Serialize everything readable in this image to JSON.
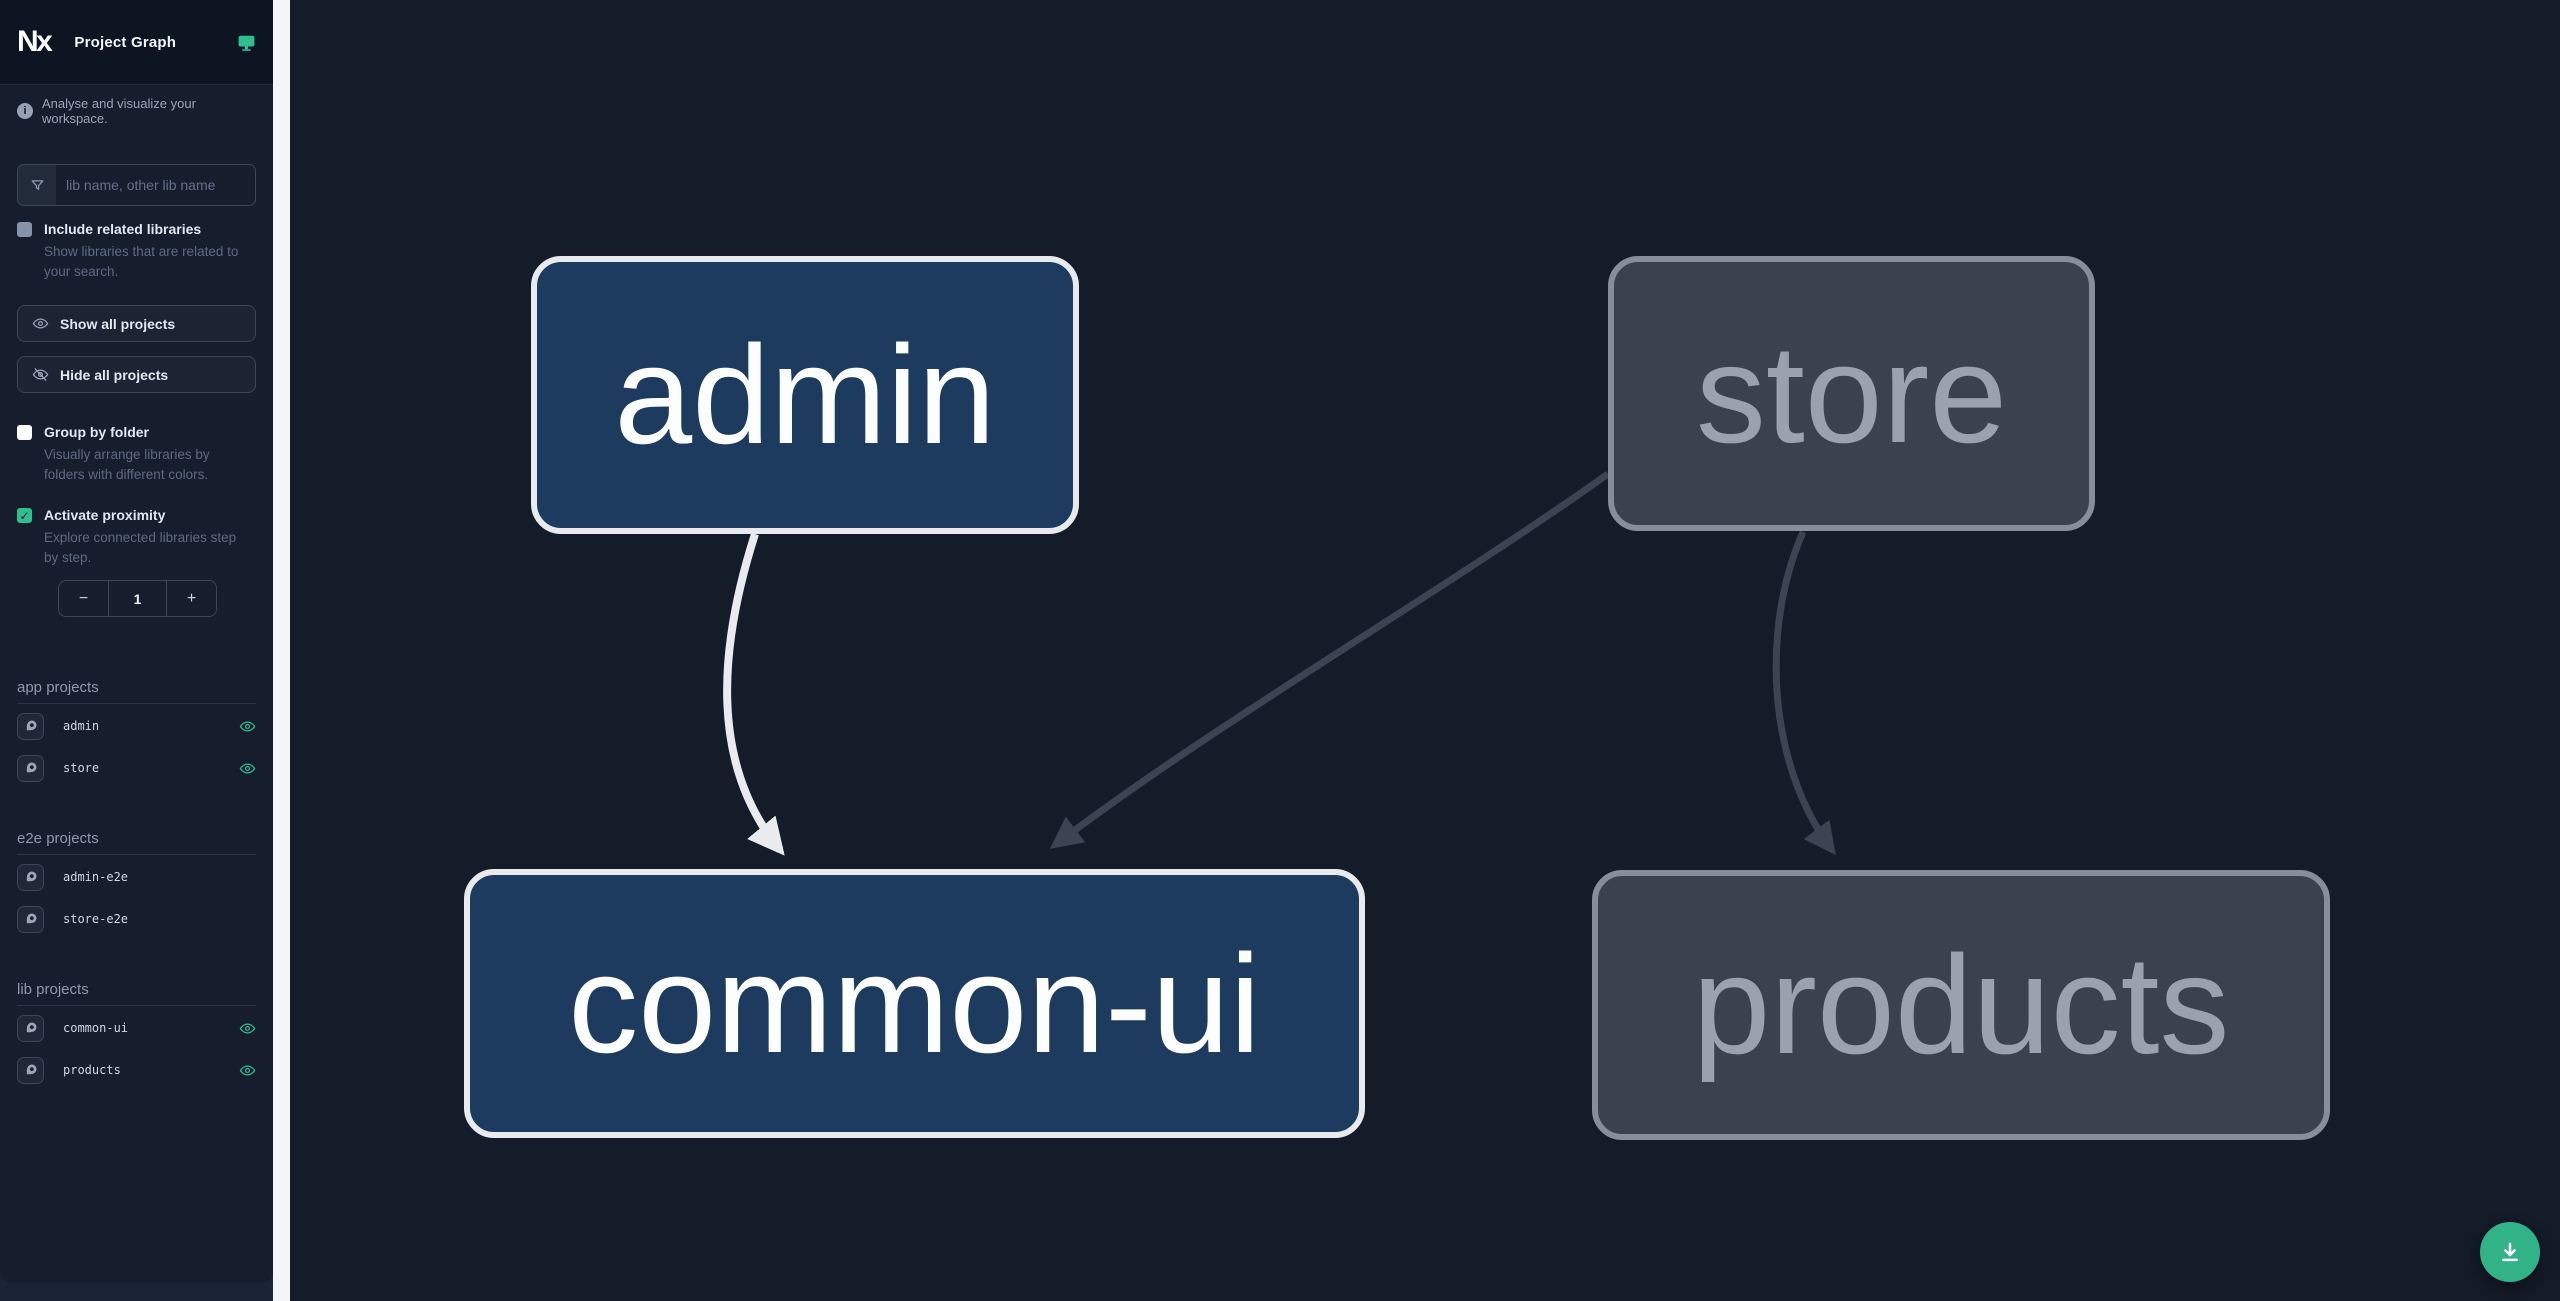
{
  "app": {
    "logo_text": "Nx",
    "title": "Project Graph",
    "tagline": "Analyse and visualize your workspace."
  },
  "search": {
    "placeholder": "lib name, other lib name"
  },
  "controls": {
    "include_related": {
      "label": "Include related libraries",
      "description": "Show libraries that are related to your search.",
      "checked": false
    },
    "show_all_label": "Show all projects",
    "hide_all_label": "Hide all projects",
    "group_by_folder": {
      "label": "Group by folder",
      "description": "Visually arrange libraries by folders with different colors.",
      "checked": false
    },
    "activate_proximity": {
      "label": "Activate proximity",
      "description": "Explore connected libraries step by step.",
      "checked": true
    },
    "proximity_stepper": {
      "decrement_label": "−",
      "value": "1",
      "increment_label": "+"
    }
  },
  "sections": [
    {
      "title": "app projects",
      "items": [
        {
          "name": "admin",
          "eye_visible": true
        },
        {
          "name": "store",
          "eye_visible": true
        }
      ]
    },
    {
      "title": "e2e projects",
      "items": [
        {
          "name": "admin-e2e",
          "eye_visible": false
        },
        {
          "name": "store-e2e",
          "eye_visible": false
        }
      ]
    },
    {
      "title": "lib projects",
      "items": [
        {
          "name": "common-ui",
          "eye_visible": true
        },
        {
          "name": "products",
          "eye_visible": true
        }
      ]
    }
  ],
  "graph": {
    "nodes": [
      {
        "label": "admin",
        "type": "app",
        "state": "highlighted"
      },
      {
        "label": "store",
        "type": "app",
        "state": "dimmed"
      },
      {
        "label": "common-ui",
        "type": "lib",
        "state": "highlighted"
      },
      {
        "label": "products",
        "type": "lib",
        "state": "dimmed"
      }
    ],
    "edges": [
      {
        "from": "admin",
        "to": "common-ui",
        "state": "highlighted"
      },
      {
        "from": "store",
        "to": "common-ui",
        "state": "dimmed"
      },
      {
        "from": "store",
        "to": "products",
        "state": "dimmed"
      }
    ]
  },
  "icons": {
    "logo": "nx-logo",
    "header_right": "monitor-icon",
    "tagline": "info-icon",
    "search": "funnel-icon",
    "show_all": "eye-icon",
    "hide_all": "eye-off-icon",
    "project_row_left": "focus-project-icon",
    "project_row_right": "eye-toggle-icon",
    "fab": "download-icon"
  },
  "colors": {
    "accent_green": "#2fbf8f",
    "highlight_node_fill": "#1c3b5e",
    "highlight_node_border": "#e9eaee",
    "dim_node_fill": "#3a414f",
    "dim_node_border": "#878e99",
    "highlight_edge": "#e9ebee",
    "dim_edge": "#3c4352",
    "canvas_bg": "#141b29",
    "sidebar_bg": "#161d2c"
  }
}
